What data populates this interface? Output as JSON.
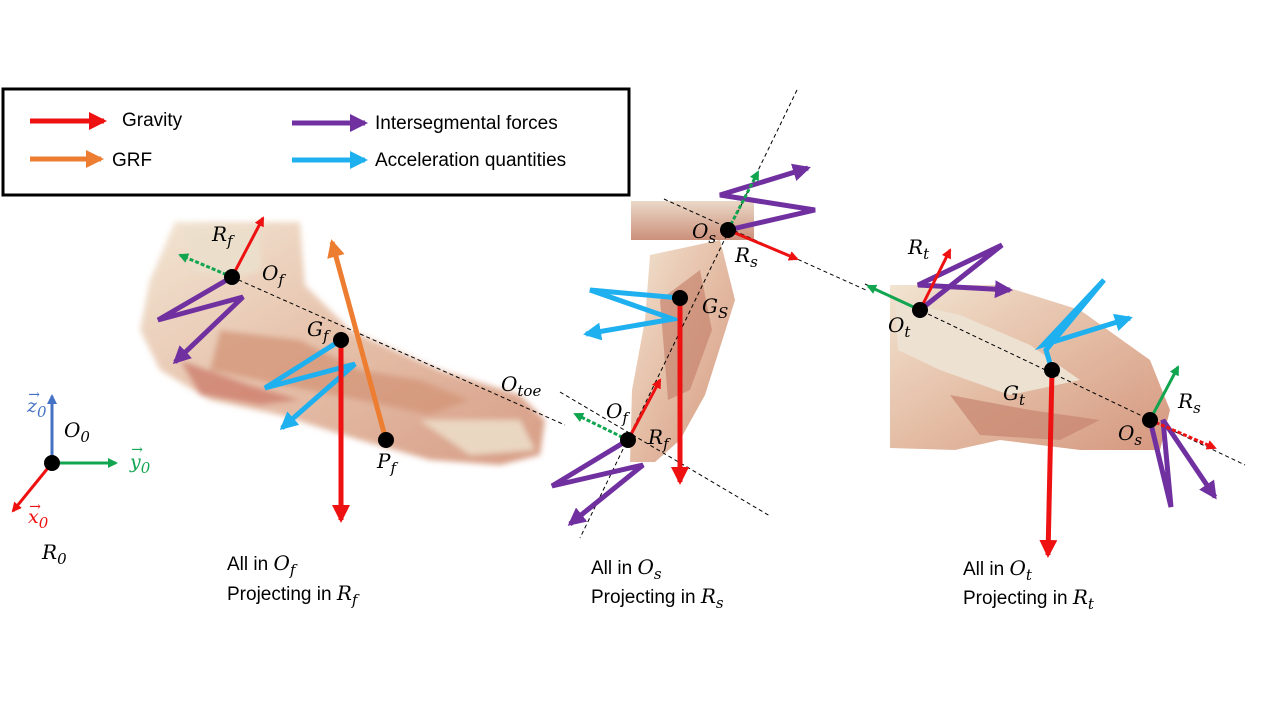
{
  "legend": {
    "items": [
      {
        "label": "Gravity",
        "color": "#ee1111"
      },
      {
        "label": "GRF",
        "color": "#ed7d31"
      },
      {
        "label": "Intersegmental forces",
        "color": "#7030a0"
      },
      {
        "label": "Acceleration quantities",
        "color": "#1fb0f0"
      }
    ]
  },
  "colors": {
    "gravity": "#ee1111",
    "grf": "#ed7d31",
    "intersegmental": "#7030a0",
    "acceleration": "#1fb0f0",
    "axis_x": "#ee1111",
    "axis_y": "#11a550",
    "axis_z": "#4472c4"
  },
  "global_frame": {
    "origin": "O",
    "origin_sub": "0",
    "frame": "R",
    "frame_sub": "0",
    "x_axis": "x",
    "y_axis": "y",
    "z_axis": "z",
    "axis_sub": "0"
  },
  "foot": {
    "origin": "O",
    "origin_sub": "f",
    "frame": "R",
    "frame_sub": "f",
    "com": "G",
    "com_sub": "f",
    "cop": "P",
    "cop_sub": "f",
    "toe": "O",
    "toe_sub": "toe",
    "caption_line1_prefix": "All in ",
    "caption_line1_var": "O",
    "caption_line1_sub": "f",
    "caption_line2_prefix": "Projecting in ",
    "caption_line2_var": "R",
    "caption_line2_sub": "f"
  },
  "shank": {
    "top_origin": "O",
    "top_origin_sub": "s",
    "top_frame": "R",
    "top_frame_sub": "s",
    "com": "G",
    "com_sub": "S",
    "bottom_origin": "O",
    "bottom_origin_sub": "f",
    "bottom_frame": "R",
    "bottom_frame_sub": "f",
    "caption_line1_prefix": "All in ",
    "caption_line1_var": "O",
    "caption_line1_sub": "s",
    "caption_line2_prefix": "Projecting in ",
    "caption_line2_var": "R",
    "caption_line2_sub": "s"
  },
  "thigh": {
    "top_frame": "R",
    "top_frame_sub": "t",
    "top_origin": "O",
    "top_origin_sub": "t",
    "com": "G",
    "com_sub": "t",
    "knee_frame": "R",
    "knee_frame_sub": "s",
    "knee_origin": "O",
    "knee_origin_sub": "s",
    "caption_line1_prefix": "All in ",
    "caption_line1_var": "O",
    "caption_line1_sub": "t",
    "caption_line2_prefix": "Projecting in ",
    "caption_line2_var": "R",
    "caption_line2_sub": "t"
  }
}
